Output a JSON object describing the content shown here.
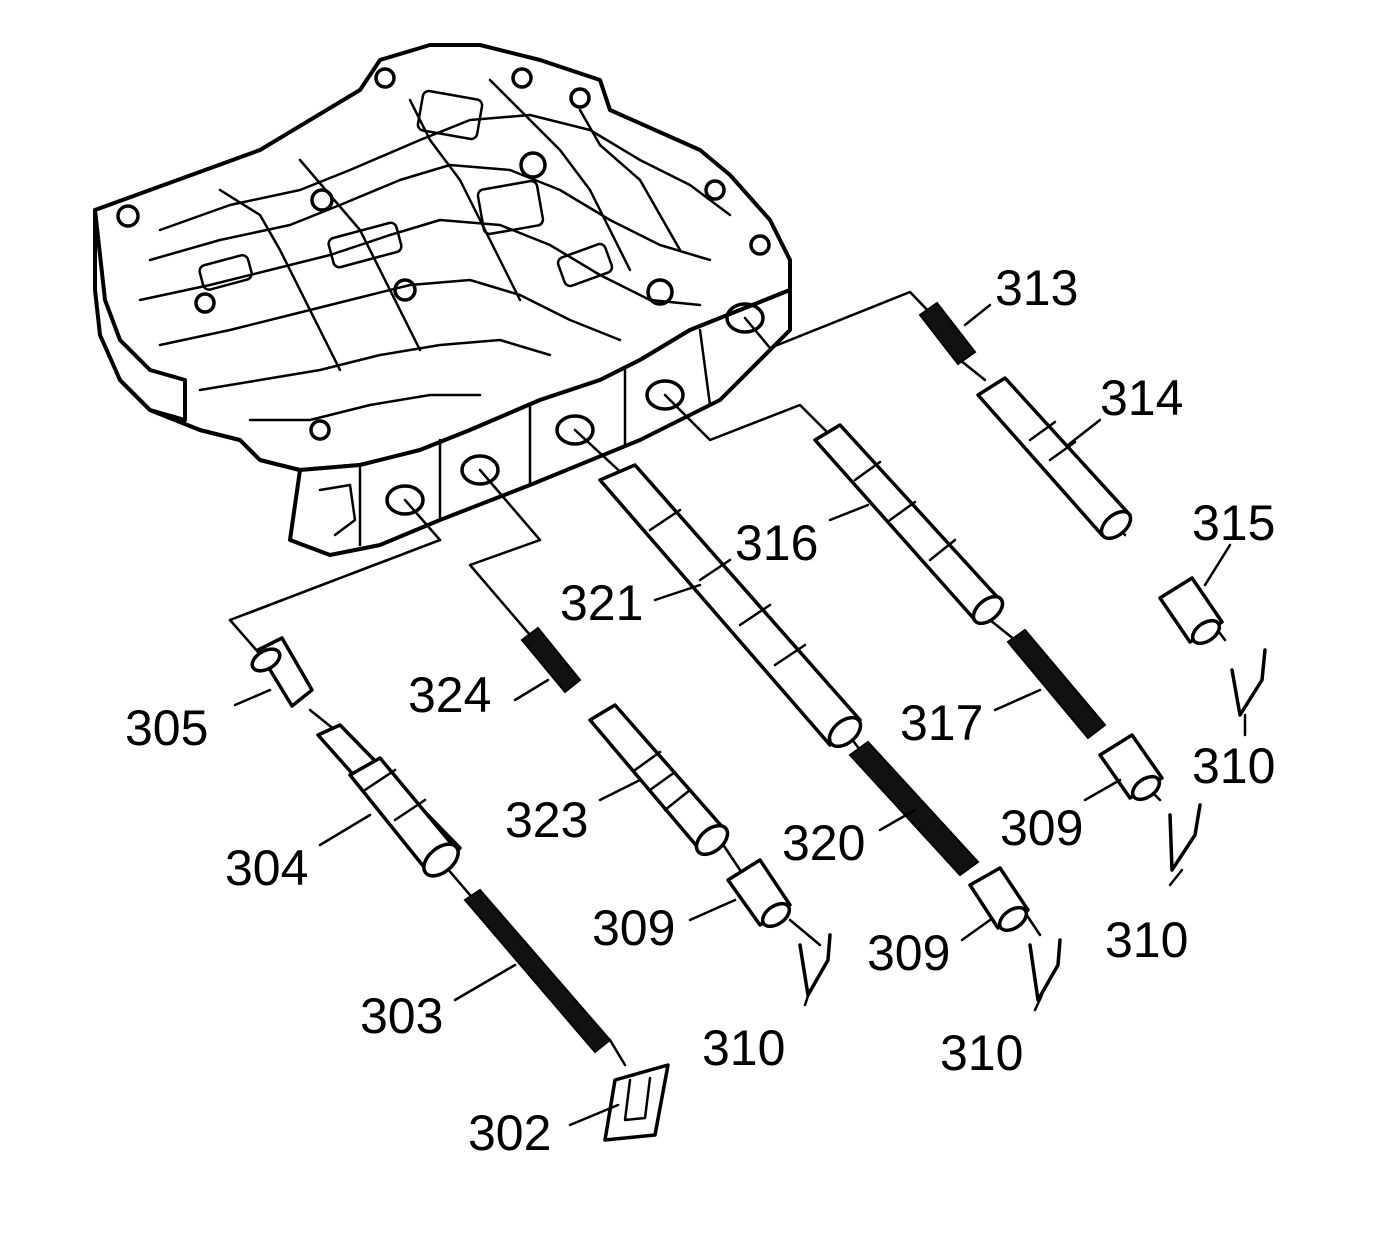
{
  "callouts": {
    "c302": "302",
    "c303": "303",
    "c304": "304",
    "c305": "305",
    "c309a": "309",
    "c309b": "309",
    "c309c": "309",
    "c310a": "310",
    "c310b": "310",
    "c310c": "310",
    "c310d": "310",
    "c313": "313",
    "c314": "314",
    "c315": "315",
    "c316": "316",
    "c317": "317",
    "c320": "320",
    "c321": "321",
    "c323": "323",
    "c324": "324"
  },
  "colors": {
    "ink": "#000000",
    "background": "#ffffff"
  }
}
